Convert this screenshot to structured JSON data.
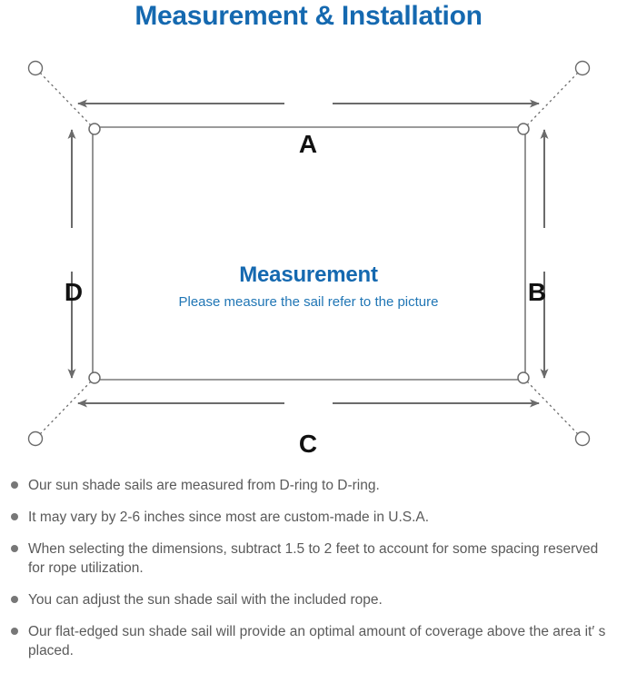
{
  "page": {
    "title": "Measurement & Installation",
    "title_color": "#1569b0",
    "background": "#ffffff"
  },
  "diagram": {
    "name": "sun-shade-sail-measurement-diagram",
    "center_title": "Measurement",
    "center_subtitle": "Please measure the sail refer to the picture",
    "center_title_color": "#1569b0",
    "center_subtitle_color": "#2076b5",
    "line_color": "#6b6b6b",
    "sail_border_color": "#7a7a7a",
    "dimension_labels": {
      "top": "A",
      "right": "B",
      "bottom": "C",
      "left": "D"
    },
    "label_color": "#111111",
    "dring_count": 4,
    "anchor_ring_count": 4
  },
  "notes": {
    "bullet_color": "#777777",
    "text_color": "#5a5a5a",
    "items": [
      "Our sun shade sails are measured from D-ring to D-ring.",
      "It may vary by 2-6 inches since most are custom-made in U.S.A.",
      "When selecting the dimensions, subtract 1.5 to 2 feet to account for some spacing reserved for rope utilization.",
      "You can adjust the sun shade sail with the included rope.",
      "Our flat-edged sun shade sail will provide an optimal amount of coverage above the area it′ s placed."
    ]
  }
}
